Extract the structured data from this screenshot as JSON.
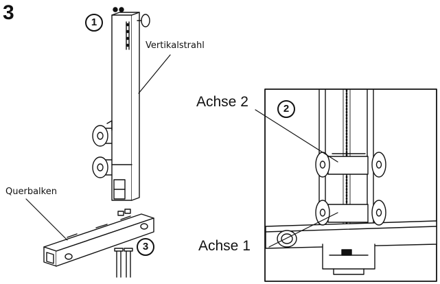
{
  "step_number": "3",
  "markers": {
    "one": "1",
    "two": "2",
    "three": "3"
  },
  "labels": {
    "vertical_beam": "Vertikalstrahl",
    "cross_beam": "Querbalken",
    "axle_2": "Achse 2",
    "axle_1": "Achse 1"
  },
  "colors": {
    "line": "#111111",
    "background": "#ffffff"
  }
}
